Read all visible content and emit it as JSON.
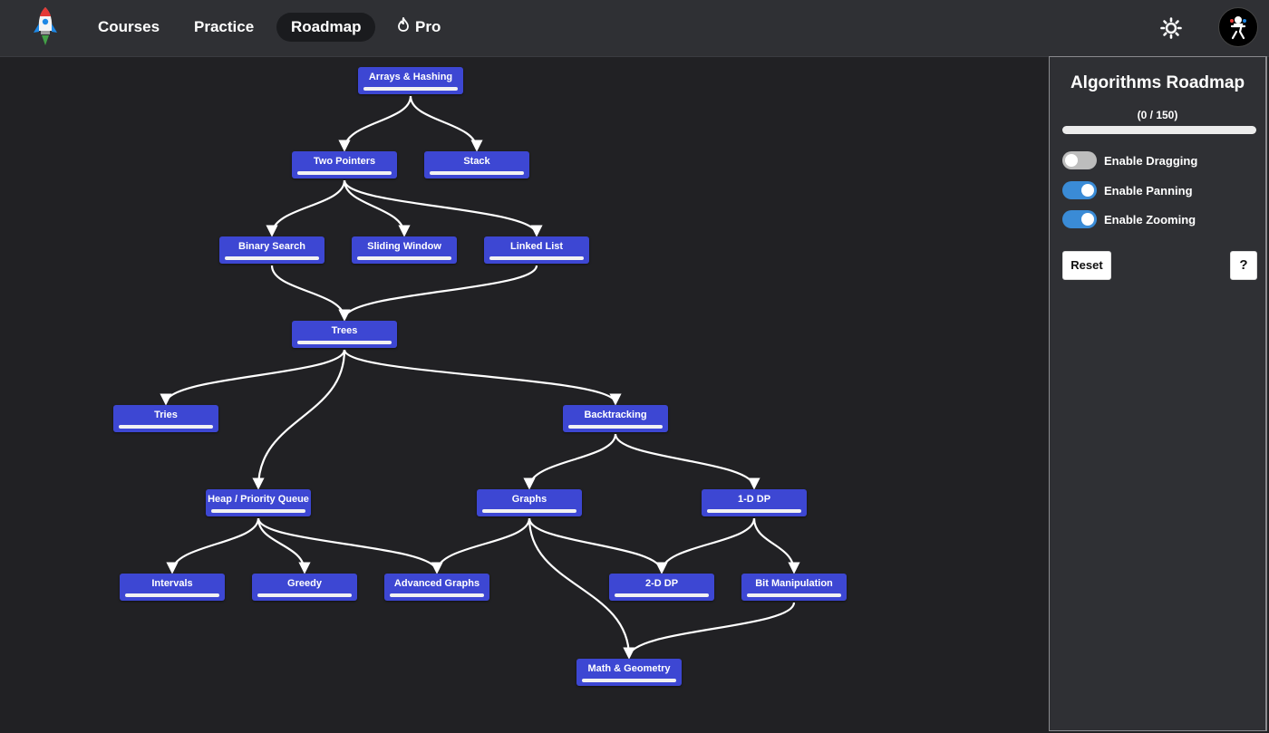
{
  "nav": {
    "items": [
      {
        "label": "Courses",
        "active": false
      },
      {
        "label": "Practice",
        "active": false
      },
      {
        "label": "Roadmap",
        "active": true
      }
    ],
    "pro_label": "Pro"
  },
  "panel": {
    "title": "Algorithms Roadmap",
    "progress_text": "(0 / 150)",
    "progress_fraction": 0,
    "toggles": [
      {
        "label": "Enable Dragging",
        "on": false
      },
      {
        "label": "Enable Panning",
        "on": true
      },
      {
        "label": "Enable Zooming",
        "on": true
      }
    ],
    "reset_label": "Reset",
    "help_label": "?"
  },
  "roadmap": {
    "nodes": [
      {
        "id": "arrays",
        "label": "Arrays & Hashing",
        "progress": 0
      },
      {
        "id": "twopointers",
        "label": "Two Pointers",
        "progress": 0
      },
      {
        "id": "stack",
        "label": "Stack",
        "progress": 0
      },
      {
        "id": "binarysearch",
        "label": "Binary Search",
        "progress": 0
      },
      {
        "id": "slidingwindow",
        "label": "Sliding Window",
        "progress": 0
      },
      {
        "id": "linkedlist",
        "label": "Linked List",
        "progress": 0
      },
      {
        "id": "trees",
        "label": "Trees",
        "progress": 0
      },
      {
        "id": "tries",
        "label": "Tries",
        "progress": 0
      },
      {
        "id": "backtracking",
        "label": "Backtracking",
        "progress": 0
      },
      {
        "id": "heap",
        "label": "Heap / Priority Queue",
        "progress": 0
      },
      {
        "id": "graphs",
        "label": "Graphs",
        "progress": 0
      },
      {
        "id": "dp1",
        "label": "1-D DP",
        "progress": 0
      },
      {
        "id": "intervals",
        "label": "Intervals",
        "progress": 0
      },
      {
        "id": "greedy",
        "label": "Greedy",
        "progress": 0
      },
      {
        "id": "advgraphs",
        "label": "Advanced Graphs",
        "progress": 0
      },
      {
        "id": "dp2",
        "label": "2-D DP",
        "progress": 0
      },
      {
        "id": "bitmanip",
        "label": "Bit Manipulation",
        "progress": 0
      },
      {
        "id": "math",
        "label": "Math & Geometry",
        "progress": 0
      }
    ],
    "edges": [
      [
        "arrays",
        "twopointers"
      ],
      [
        "arrays",
        "stack"
      ],
      [
        "twopointers",
        "binarysearch"
      ],
      [
        "twopointers",
        "slidingwindow"
      ],
      [
        "twopointers",
        "linkedlist"
      ],
      [
        "binarysearch",
        "trees"
      ],
      [
        "linkedlist",
        "trees"
      ],
      [
        "trees",
        "tries"
      ],
      [
        "trees",
        "heap"
      ],
      [
        "trees",
        "backtracking"
      ],
      [
        "backtracking",
        "graphs"
      ],
      [
        "backtracking",
        "dp1"
      ],
      [
        "heap",
        "intervals"
      ],
      [
        "heap",
        "greedy"
      ],
      [
        "heap",
        "advgraphs"
      ],
      [
        "graphs",
        "advgraphs"
      ],
      [
        "graphs",
        "math"
      ],
      [
        "graphs",
        "dp2"
      ],
      [
        "dp1",
        "dp2"
      ],
      [
        "dp1",
        "bitmanip"
      ],
      [
        "bitmanip",
        "math"
      ]
    ]
  }
}
